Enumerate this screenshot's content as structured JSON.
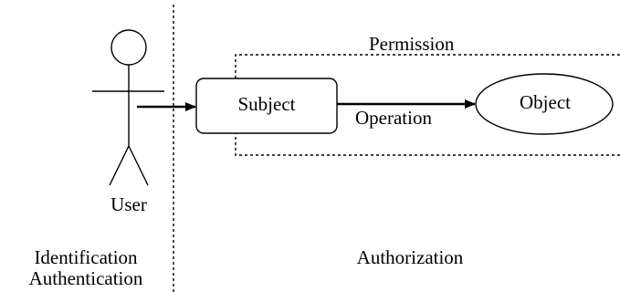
{
  "diagram": {
    "actor_label": "User",
    "subject_label": "Subject",
    "object_label": "Object",
    "operation_label": "Operation",
    "permission_label": "Permission",
    "left_zone_labels": [
      "Identification",
      "Authentication"
    ],
    "right_zone_label": "Authorization"
  },
  "colors": {
    "stroke": "#000000",
    "background": "#ffffff"
  }
}
